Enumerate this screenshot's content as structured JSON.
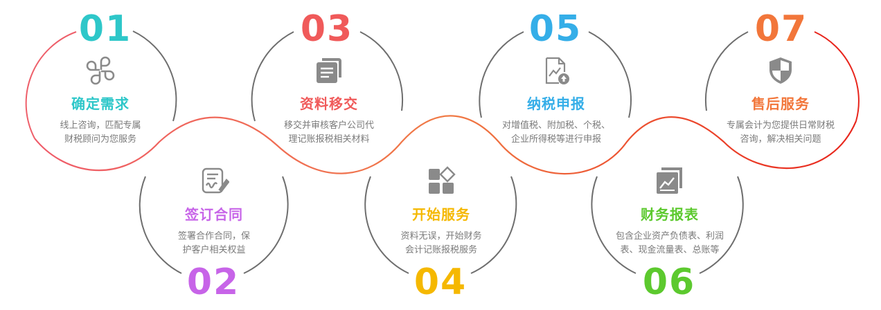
{
  "steps": [
    {
      "num": "01",
      "title": "确定需求",
      "desc1": "线上咨询，匹配专属",
      "desc2": "财税顾问为您服务",
      "color": "#2ec7c9",
      "icon": "clover-icon"
    },
    {
      "num": "02",
      "title": "签订合同",
      "desc1": "签署合作合同，保",
      "desc2": "护客户相关权益",
      "color": "#c764e8",
      "icon": "contract-sign-icon"
    },
    {
      "num": "03",
      "title": "资料移交",
      "desc1": "移交并审核客户公司代",
      "desc2": "理记账报税相关材料",
      "color": "#f05a5a",
      "icon": "documents-icon"
    },
    {
      "num": "04",
      "title": "开始服务",
      "desc1": "资料无误，开始财务",
      "desc2": "会计记账报税服务",
      "color": "#f5b800",
      "icon": "grid-apps-icon"
    },
    {
      "num": "05",
      "title": "纳税申报",
      "desc1": "对增值税、附加税、个税、",
      "desc2": "企业所得税等进行申报",
      "color": "#35aee8",
      "icon": "tax-file-upload-icon"
    },
    {
      "num": "06",
      "title": "财务报表",
      "desc1": "包含企业资产负债表、利润",
      "desc2": "表、现金流量表、总账等",
      "color": "#5cc92e",
      "icon": "report-chart-icon"
    },
    {
      "num": "07",
      "title": "售后服务",
      "desc1": "专属会计为您提供日常财税",
      "desc2": "咨询，解决相关问题",
      "color": "#f2763a",
      "icon": "shield-icon"
    }
  ],
  "colors": {
    "icon": "#8a8a8a",
    "arc": "#6e6e6e",
    "wave": "#ee5f52"
  }
}
